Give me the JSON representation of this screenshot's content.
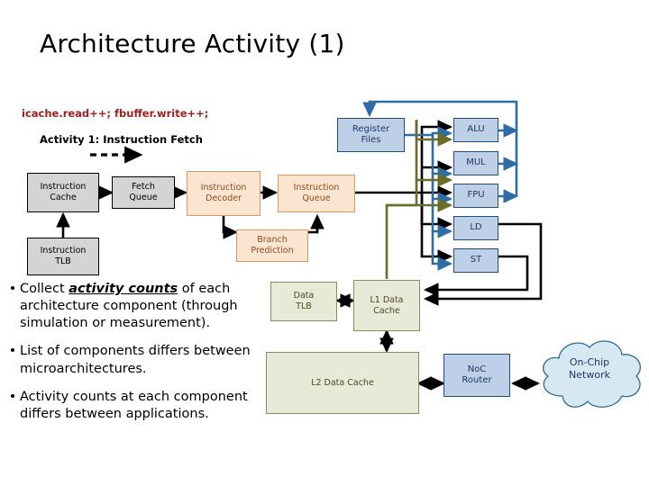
{
  "slide": {
    "title": "Architecture Activity (1)",
    "code_note": "icache.read++;   fbuffer.write++;",
    "activity_label": "Activity 1: Instruction Fetch"
  },
  "bullets": [
    {
      "marker": "•",
      "pre": "Collect ",
      "emph": "activity counts",
      "post": " of each architecture component (through simulation or measurement)."
    },
    {
      "marker": "•",
      "pre": "List of components differs between microarchitectures.",
      "emph": "",
      "post": ""
    },
    {
      "marker": "•",
      "pre": "Activity counts at each component differs between applications.",
      "emph": "",
      "post": ""
    }
  ],
  "nodes": {
    "instruction_cache": "Instruction\nCache",
    "fetch_queue": "Fetch\nQueue",
    "instruction_decoder": "Instruction\nDecoder",
    "instruction_queue": "Instruction\nQueue",
    "instruction_tlb": "Instruction\nTLB",
    "branch_prediction": "Branch\nPrediction",
    "register_files": "Register\nFiles",
    "alu": "ALU",
    "mul": "MUL",
    "fpu": "FPU",
    "ld": "LD",
    "st": "ST",
    "data_tlb": "Data\nTLB",
    "l1_data_cache": "L1 Data\nCache",
    "l2_data_cache": "L2 Data Cache",
    "noc_router": "NoC\nRouter",
    "on_chip_network": "On-Chip\nNetwork"
  },
  "colors": {
    "title_text": "#000000",
    "code_note_text": "#a02020",
    "gray_fill": "#d4d4d4",
    "peach_fill": "#fce5d0",
    "peach_text": "#8a4b20",
    "blue_fill": "#bdd0e8",
    "blue_border": "#1f4e79",
    "olive_fill": "#e8ead8",
    "olive_border": "#8a8a5c",
    "arrow_black": "#000000",
    "arrow_blue": "#2e6da4",
    "arrow_olive": "#6b6b2a"
  }
}
